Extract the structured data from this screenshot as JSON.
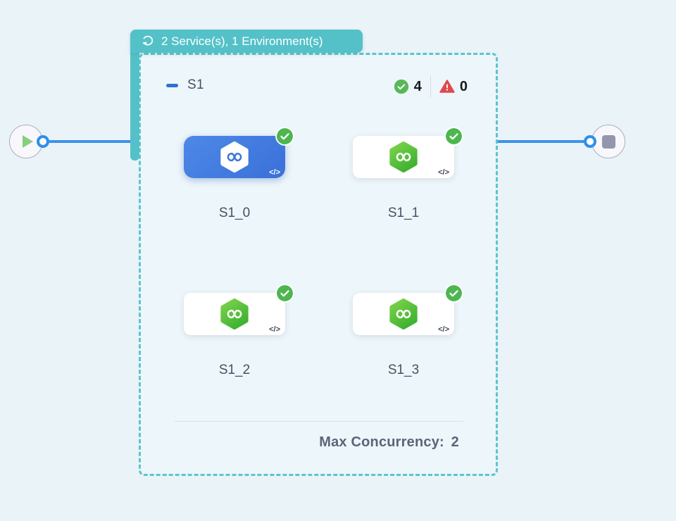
{
  "badge": {
    "label": "2 Service(s), 1 Environment(s)",
    "icon": "loop-icon"
  },
  "stage": {
    "name": "S1",
    "success_count": "4",
    "failed_count": "0",
    "max_concurrency_label": "Max Concurrency:",
    "max_concurrency_value": "2",
    "iterations": [
      {
        "label": "S1_0",
        "selected": true,
        "status": "success"
      },
      {
        "label": "S1_1",
        "selected": false,
        "status": "success"
      },
      {
        "label": "S1_2",
        "selected": false,
        "status": "success"
      },
      {
        "label": "S1_3",
        "selected": false,
        "status": "success"
      }
    ]
  },
  "icons": {
    "code_glyph": "</>",
    "names": [
      "loop-icon",
      "collapse-icon",
      "success-check-icon",
      "warning-icon",
      "play-icon",
      "stop-icon",
      "service-hexagon-icon",
      "code-icon",
      "port"
    ]
  },
  "colors": {
    "page_bg": "#e9f3f8",
    "badge_teal": "#54c1c8",
    "dashed_border": "#5cc5cd",
    "stage_bg": "#edf6fa",
    "primary_card_blue": "#3f7de2",
    "edge_blue": "#3e92e9",
    "success_green": "#4db64f",
    "hexagon_green_light": "#7ed44b",
    "hexagon_green_dark": "#3fb232",
    "error_red": "#e1484d",
    "collapse_blue": "#2e70d2",
    "node_border": "#abadc3",
    "play_green": "#86cf7e",
    "stop_gray": "#9496ae",
    "text_dark": "#17191c",
    "text_slate": "#4b4f63",
    "footer_text": "#5f6378"
  }
}
